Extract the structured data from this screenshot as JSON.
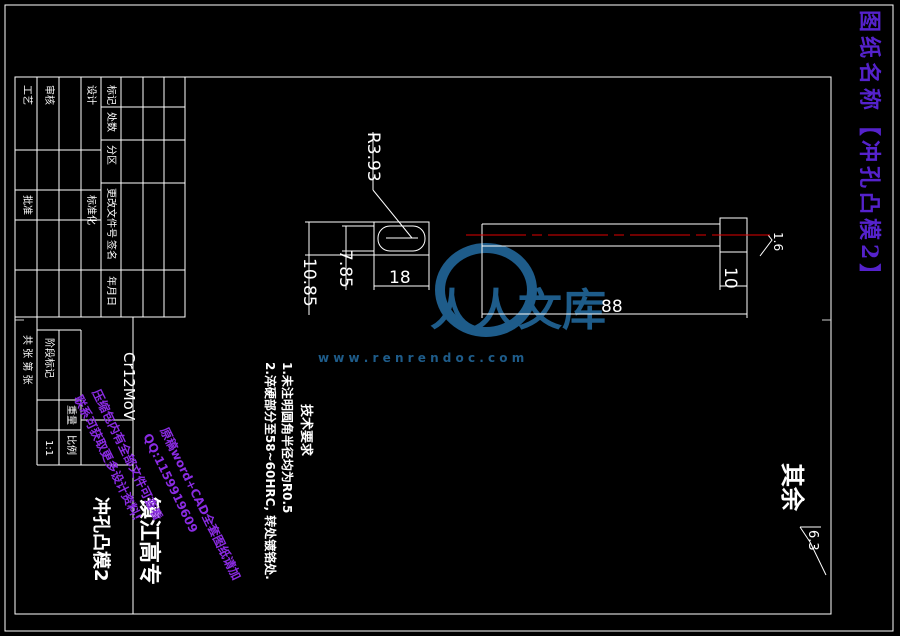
{
  "side_title": "图纸名称【冲孔凸模2】",
  "dimensions": {
    "radius": "R3.93",
    "width": "7.85",
    "height": "10.85",
    "head_length": "18",
    "head_thickness": "10",
    "total_length": "88",
    "small_dim": "1.6"
  },
  "tech_requirements": {
    "title": "技术要求",
    "item1": "1.未注明圆角半径均为R0.5",
    "item2": "2.淬硬部分至58~60HRC, 转处镀铬处."
  },
  "surface_finish": {
    "label": "其余",
    "value": "6.3"
  },
  "title_block": {
    "material": "Cr12MoV",
    "school": "镇江高专",
    "part_name": "冲孔凸模2",
    "scale": "1:1",
    "weight_label": "重量",
    "scale_label": "比例",
    "stage_label": "阶段标记",
    "count_label": "共 张 第 张",
    "r_marking": "标记",
    "r_count": "处数",
    "r_zone": "分区",
    "r_docno": "更改文件号",
    "r_sign": "签名",
    "r_date": "年月日",
    "r_design": "设计",
    "r_std": "标准化",
    "r_check": "审核",
    "r_process": "工艺",
    "r_approve": "批准"
  },
  "watermark": {
    "brand": "人人文库",
    "url": "w w w . r e n r e n d o c . c o m"
  },
  "stamp": {
    "line1": "原稿word+CAD全套图纸请加",
    "line2": "QQ:1159919609",
    "line3": "压缩包内有全部文件可查看",
    "line4": "联系可获取更多设计资料!"
  },
  "colors": {
    "lines": "#ffffff",
    "centerline": "#e00000",
    "title_purple": "#5522cc",
    "stamp": "#8a2be2",
    "watermark": "#1e5c8a"
  }
}
